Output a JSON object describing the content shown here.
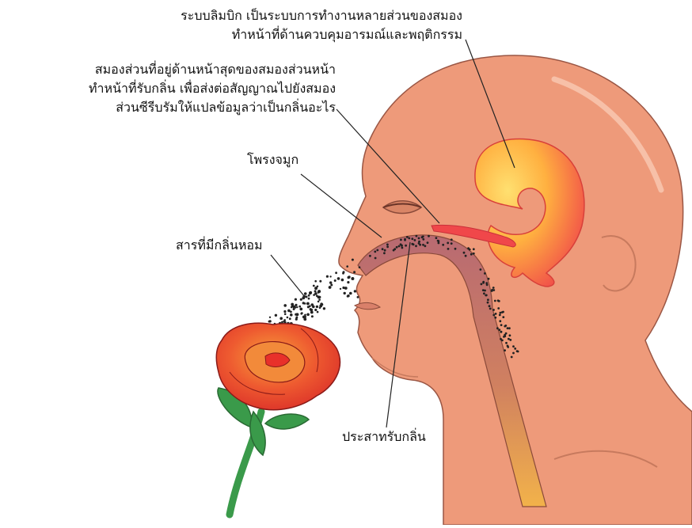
{
  "labels": {
    "limbic": {
      "line1": "ระบบลิมบิก เป็นระบบการทำงานหลายส่วนของสมอง",
      "line2": "ทำหน้าที่ด้านควบคุมอารมณ์และพฤติกรรม"
    },
    "olfactory_bulb": {
      "line1": "สมองส่วนที่อยู่ด้านหน้าสุดของสมองส่วนหน้า",
      "line2": "ทำหน้าที่รับกลิ่น เพื่อส่งต่อสัญญาณไปยังสมอง",
      "line3": "ส่วนซีรีบรัมให้แปลข้อมูลว่าเป็นกลิ่นอะไร"
    },
    "nasal_cavity": "โพรงจมูก",
    "fragrant_substance": "สารที่มีกลิ่นหอม",
    "olfactory_nerve": "ประสาทรับกลิ่น"
  },
  "colors": {
    "skin": "#ee9a7a",
    "skin_shadow": "#d98566",
    "outline": "#8a4a3a",
    "brain_yellow": "#ffd24a",
    "brain_red": "#f0474a",
    "cavity": "#b86a72",
    "throat_bottom": "#f2b24a",
    "rose_red": "#e8302a",
    "rose_orange": "#f58a3a",
    "leaf_green": "#3a9a4a",
    "dots": "#222222"
  }
}
